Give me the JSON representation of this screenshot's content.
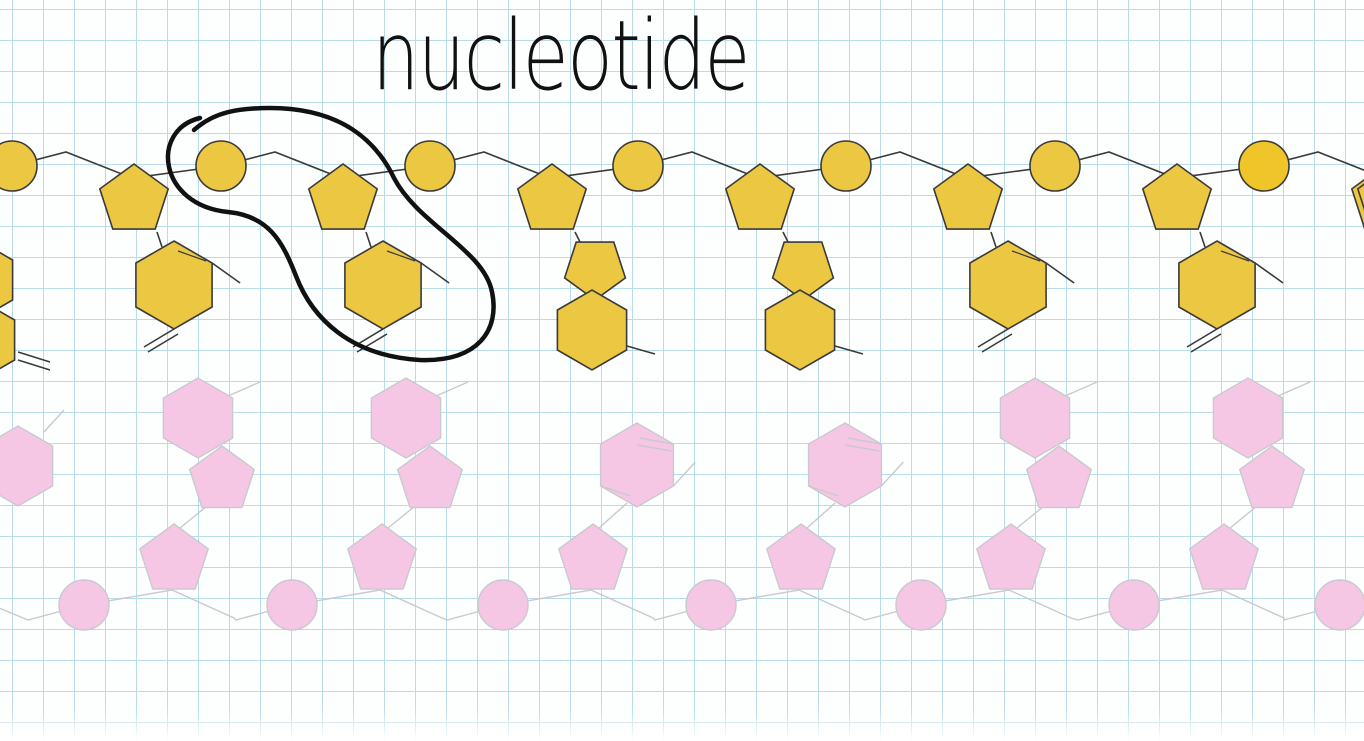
{
  "label": "nucleotide",
  "colors": {
    "yellow_fill": "#ecc742",
    "yellow_fill_alt": "#f0c52a",
    "yellow_stroke": "#3a3a3a",
    "pink_fill": "#f6c7e4",
    "pink_stroke": "#c9c9cf",
    "grid": "#b9dcea",
    "outline": "#111111"
  },
  "strands": [
    {
      "name": "top-strand",
      "color": "yellow",
      "bases": [
        "pyrimidine",
        "pyrimidine",
        "purine",
        "purine",
        "pyrimidine",
        "pyrimidine"
      ]
    },
    {
      "name": "bottom-strand",
      "color": "pink",
      "bases": [
        "purine",
        "purine",
        "pyrimidine",
        "pyrimidine",
        "purine",
        "purine"
      ]
    }
  ]
}
